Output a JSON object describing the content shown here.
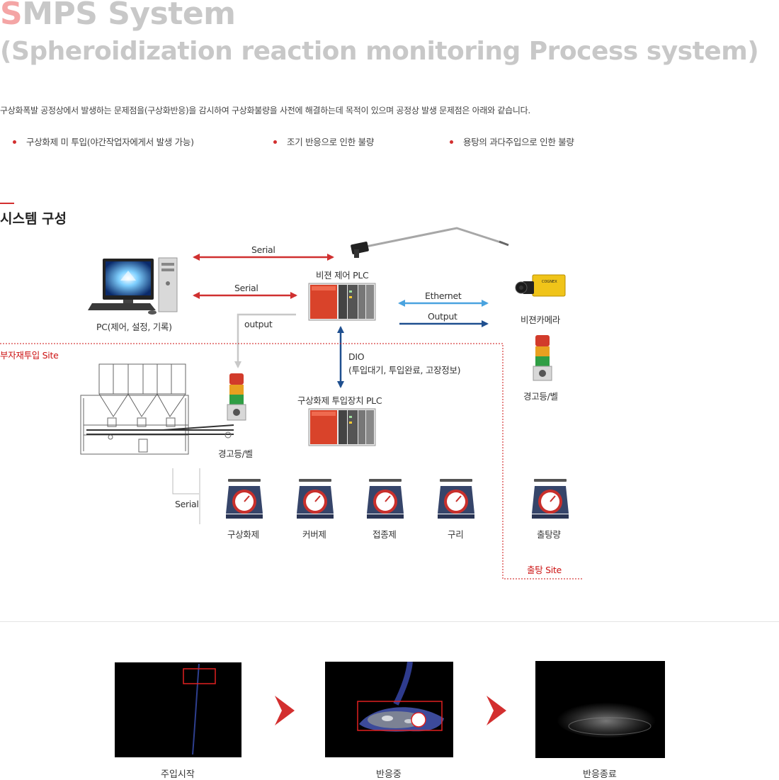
{
  "title": {
    "line1_accent": "S",
    "line1_rest": "MPS System",
    "line2": "(Spheroidization reaction monitoring Process system)"
  },
  "intro": "구상화폭발 공정상에서 발생하는 문제점을(구상화반응)을 감시하여 구상화불량을 사전에 해결하는데 목적이 있으며 공정상 발생 문제점은 아래와 같습니다.",
  "issues": [
    "구상화제 미 투입(야간작업자에게서 발생 가능)",
    "조기 반응으로 인한 불량",
    "용탕의 과다주입으로 인한 불량"
  ],
  "section_title": "시스템 구성",
  "diagram": {
    "serial_top": "Serial",
    "serial_mid": "Serial",
    "vision_plc": "비젼 제어 PLC",
    "pc_label": "PC(제어, 설정, 기록)",
    "ethernet": "Ethernet",
    "output_right": "Output",
    "vision_camera": "비젼카메라",
    "output_left": "output",
    "site_material": "부자재투입 Site",
    "dio_line1": "DIO",
    "dio_line2": "(투입대기, 투입완료, 고장정보)",
    "warn_right": "경고등/벨",
    "dosing_plc": "구상화제 투입장치 PLC",
    "warn_left": "경고등/벨",
    "serial_bottom": "Serial",
    "scales": [
      "구상화제",
      "커버제",
      "접종제",
      "구리"
    ],
    "scale_extra": "출탕량",
    "site_tapping": "출탕 Site",
    "camera_brand": "COGNEX"
  },
  "process": {
    "steps": [
      "주입시작",
      "반응중",
      "반응종료"
    ]
  },
  "colors": {
    "accent_red": "#d32f2f",
    "arrow_red": "#d03030",
    "arrow_lightblue": "#4aa3df",
    "arrow_navy": "#1f4f8f",
    "arrow_gray": "#c8c8c8",
    "title_gray": "#c8c8c8",
    "title_accent": "#f4a5a5"
  },
  "icons": [
    "desktop-pc-icon",
    "temperature-probe-icon",
    "plc-icon",
    "vision-camera-icon",
    "signal-tower-icon",
    "hopper-machine-icon",
    "weighing-scale-icon",
    "chevron-right-icon"
  ]
}
